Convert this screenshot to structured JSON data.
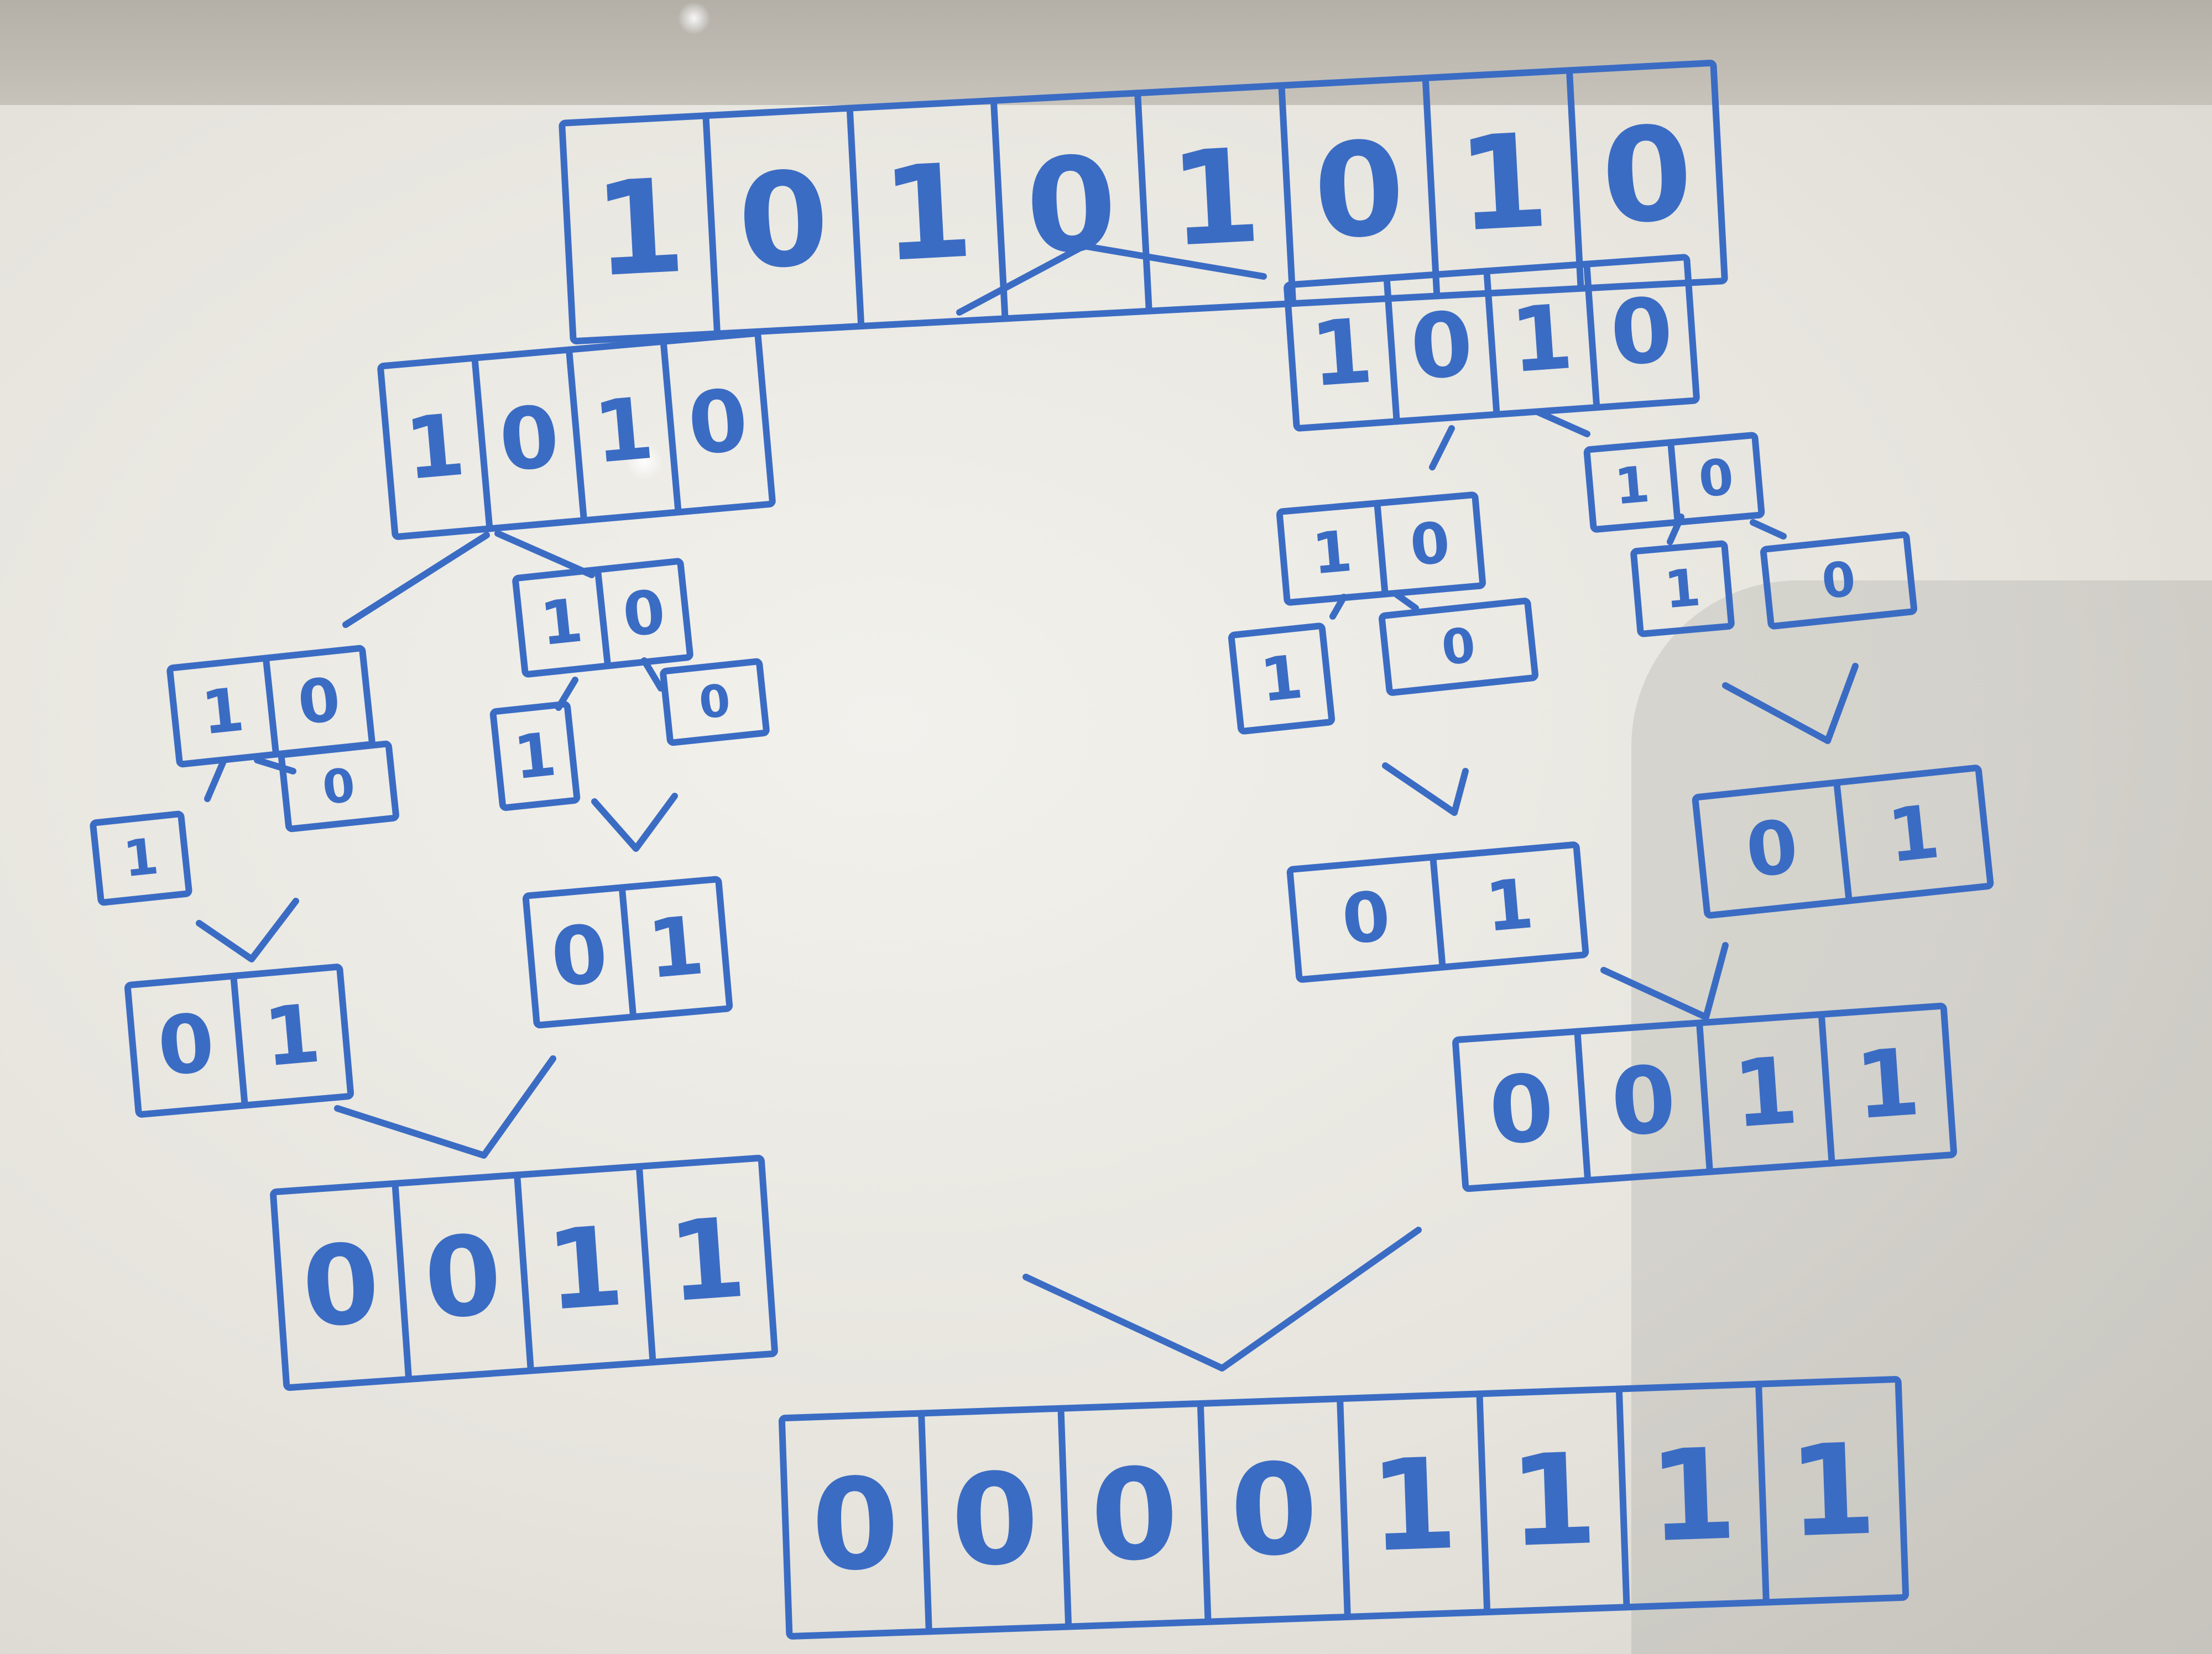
{
  "colors": {
    "marker": "#3b6cc4",
    "board": "#eceae4"
  },
  "arrays": [
    {
      "id": "input",
      "cells": [
        "1",
        "0",
        "1",
        "0",
        "1",
        "0",
        "1",
        "0"
      ]
    },
    {
      "id": "left-half",
      "cells": [
        "1",
        "0",
        "1",
        "0"
      ]
    },
    {
      "id": "right-half",
      "cells": [
        "1",
        "0",
        "1",
        "0"
      ]
    },
    {
      "id": "l-quarter-1",
      "cells": [
        "1",
        "0"
      ]
    },
    {
      "id": "l-quarter-2",
      "cells": [
        "1",
        "0"
      ]
    },
    {
      "id": "r-quarter-1",
      "cells": [
        "1",
        "0"
      ]
    },
    {
      "id": "r-quarter-2",
      "cells": [
        "1",
        "0"
      ]
    },
    {
      "id": "l-leaf-1",
      "cells": [
        "1"
      ]
    },
    {
      "id": "l-leaf-2",
      "cells": [
        "0"
      ]
    },
    {
      "id": "l-leaf-3",
      "cells": [
        "1"
      ]
    },
    {
      "id": "l-leaf-4",
      "cells": [
        "0"
      ]
    },
    {
      "id": "r-leaf-1",
      "cells": [
        "1"
      ]
    },
    {
      "id": "r-leaf-2",
      "cells": [
        "0"
      ]
    },
    {
      "id": "r-leaf-3",
      "cells": [
        "1"
      ]
    },
    {
      "id": "r-leaf-4",
      "cells": [
        "0"
      ]
    },
    {
      "id": "l-merged-1",
      "cells": [
        "0",
        "1"
      ]
    },
    {
      "id": "l-merged-2",
      "cells": [
        "0",
        "1"
      ]
    },
    {
      "id": "r-merged-1",
      "cells": [
        "0",
        "1"
      ]
    },
    {
      "id": "r-merged-2",
      "cells": [
        "0",
        "1"
      ]
    },
    {
      "id": "left-sorted",
      "cells": [
        "0",
        "0",
        "1",
        "1"
      ]
    },
    {
      "id": "right-sorted",
      "cells": [
        "0",
        "0",
        "1",
        "1"
      ]
    },
    {
      "id": "final-sorted",
      "cells": [
        "0",
        "0",
        "0",
        "0",
        "1",
        "1",
        "1",
        "1"
      ]
    }
  ]
}
